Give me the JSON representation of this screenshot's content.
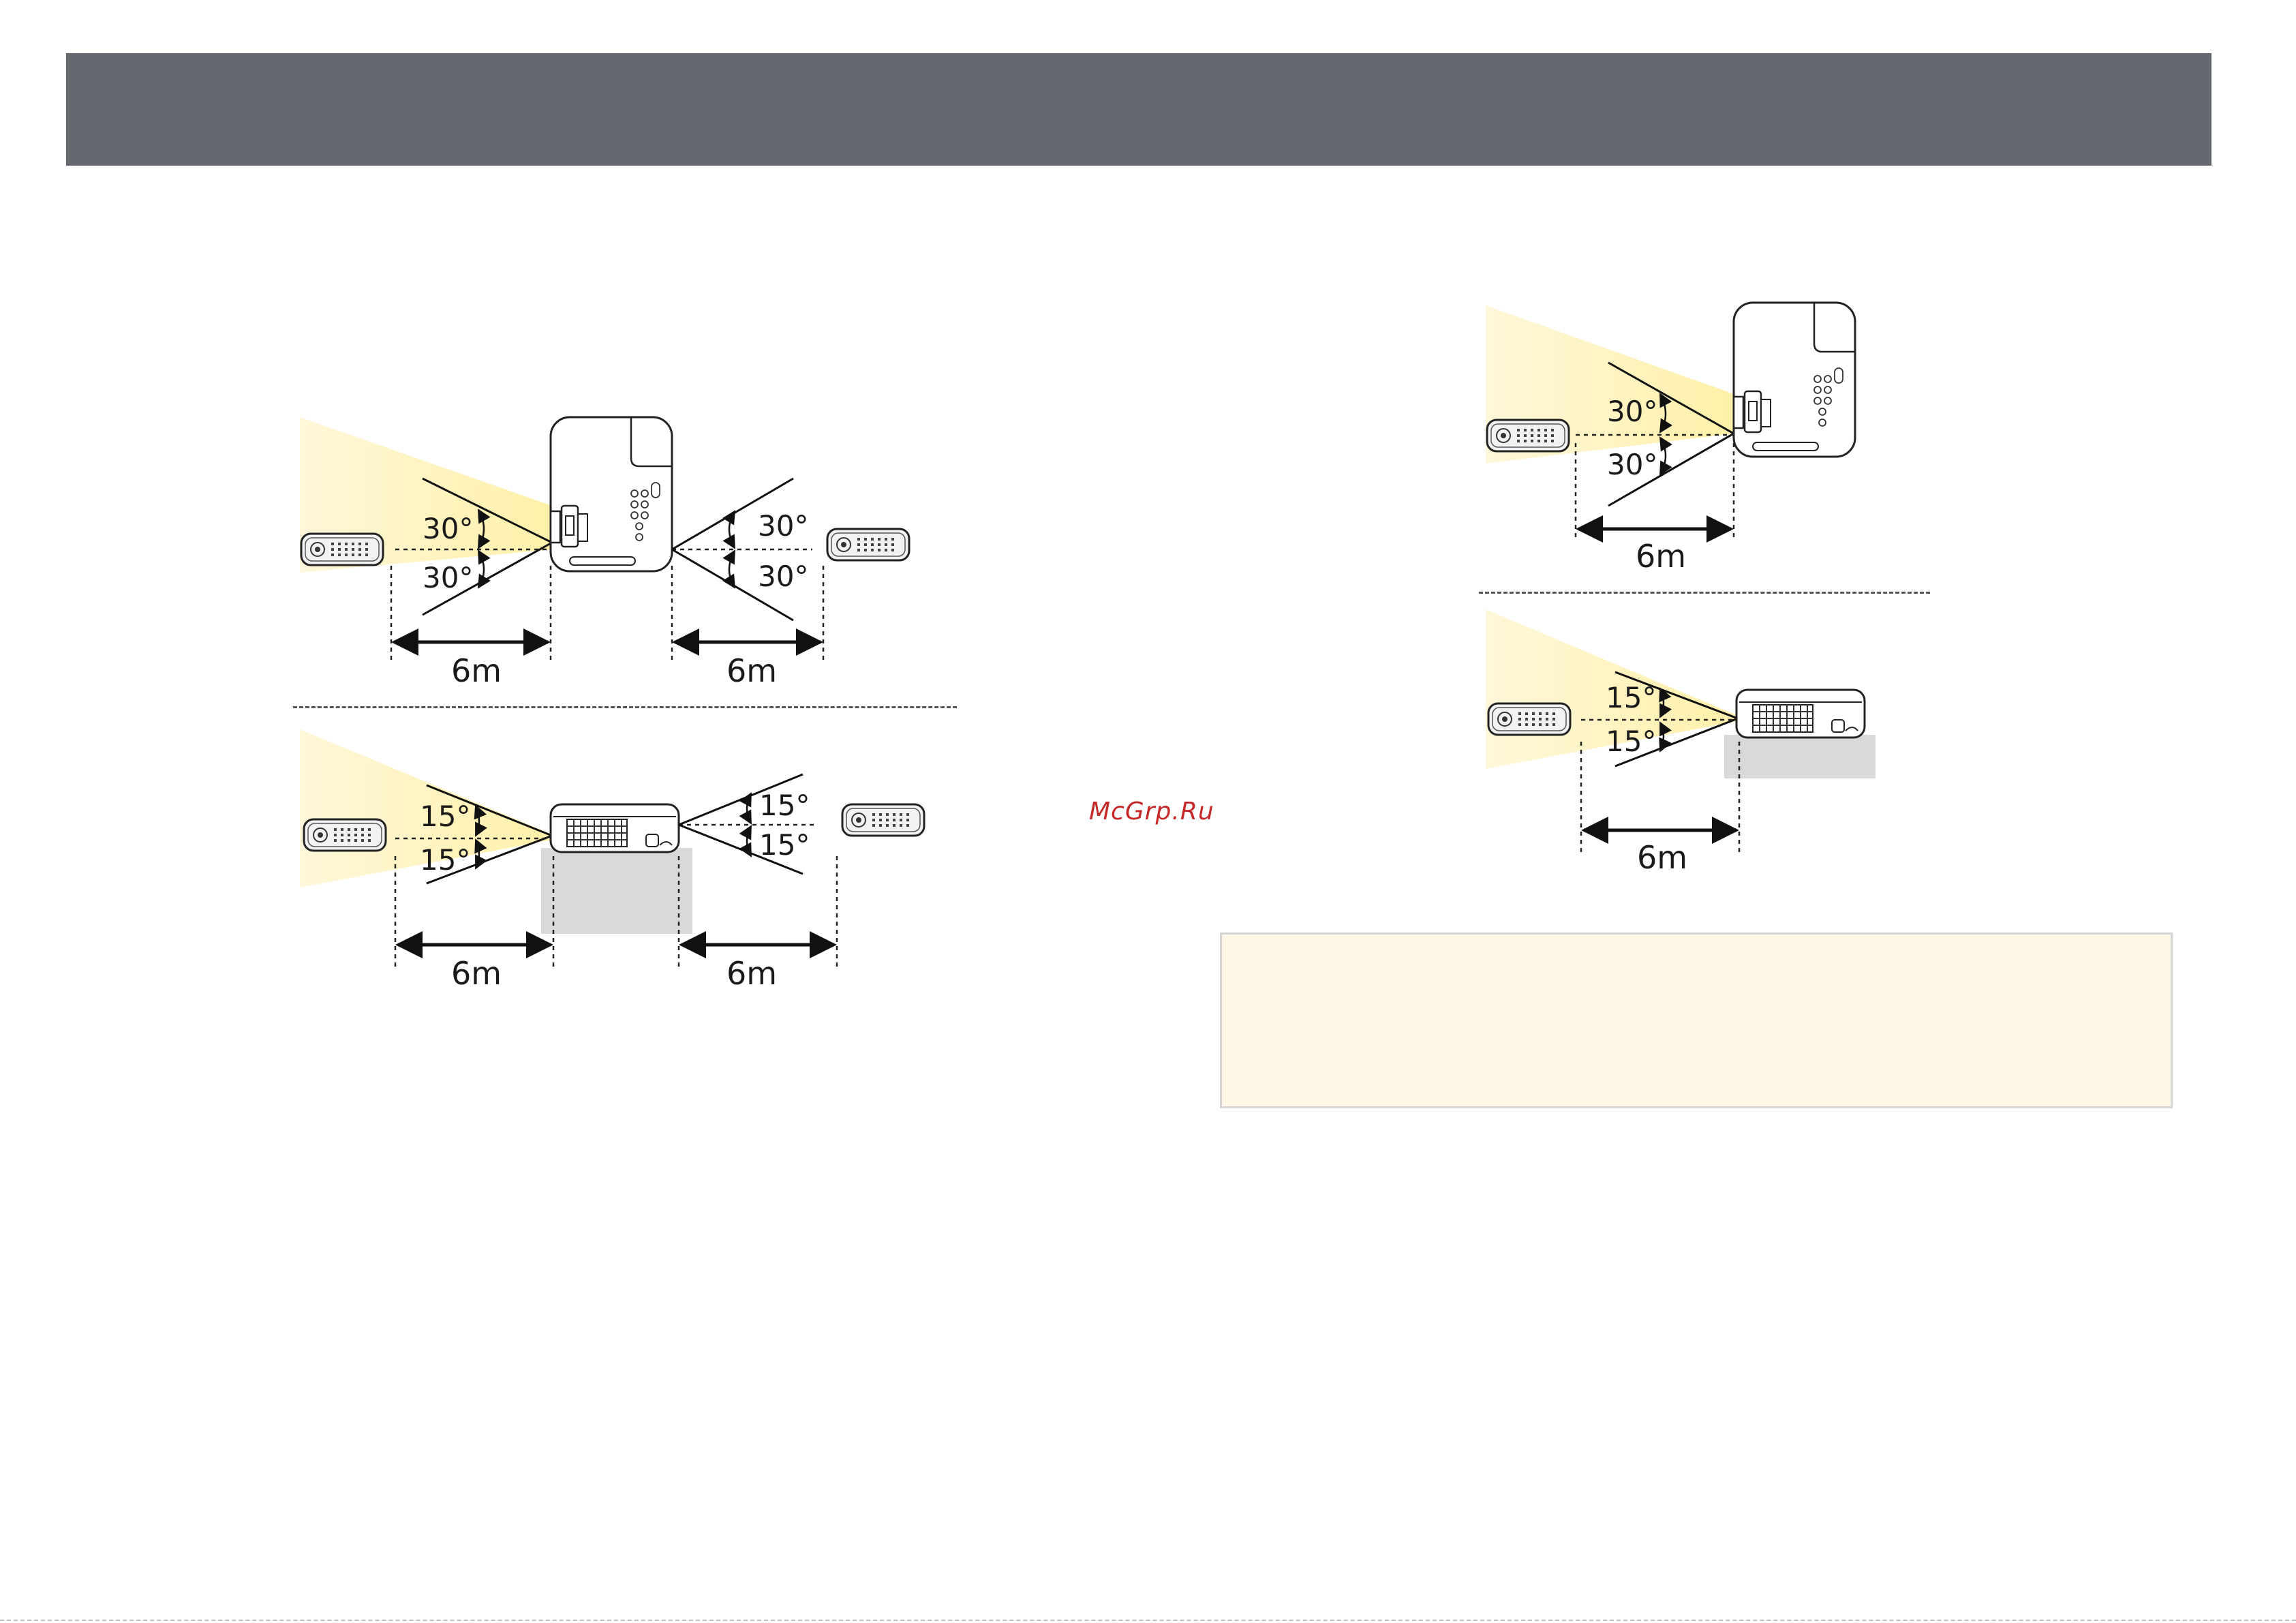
{
  "header": {
    "color": "#666870"
  },
  "watermark": {
    "text": "McGrp.Ru"
  },
  "figures": {
    "left_top": {
      "angle_upper": "30°",
      "angle_lower": "30°",
      "angle_upper_r": "30°",
      "angle_lower_r": "30°",
      "dist_left": "6m",
      "dist_right": "6m"
    },
    "left_bottom": {
      "angle_upper": "15°",
      "angle_lower": "15°",
      "angle_upper_r": "15°",
      "angle_lower_r": "15°",
      "dist_left": "6m",
      "dist_right": "6m"
    },
    "right_top": {
      "angle_upper": "30°",
      "angle_lower": "30°",
      "dist": "6m"
    },
    "right_bottom": {
      "angle_upper": "15°",
      "angle_lower": "15°",
      "dist": "6m"
    }
  },
  "colors": {
    "beam": "#fff3c4",
    "table": "#d9d9d9",
    "note_bg": "#fff8e6"
  }
}
